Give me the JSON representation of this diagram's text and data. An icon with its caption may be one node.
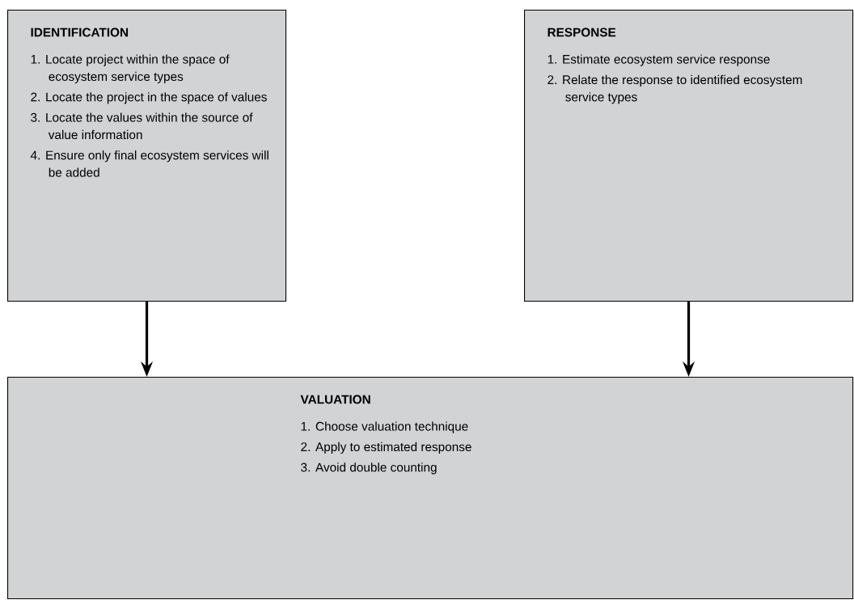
{
  "diagram": {
    "nodes": [
      {
        "text": [
          "IDENTIFICATION",
          "1. Locate project within the space of ecosystem service types",
          "2. Locate the project in the space of values",
          "3. Locate the values within the source of value information",
          "4. Ensure only final ecosystem services will be added"
        ]
      },
      {
        "text": [
          "RESPONSE",
          "1. Estimate ecosystem service response",
          "2. Relate the response to identified ecosystem service types"
        ]
      },
      {
        "text": [
          "VALUATION",
          "1. Choose valuation technique",
          "2. Apply to estimated response",
          "3. Avoid double counting"
        ]
      }
    ],
    "edges": [
      {
        "from": 0,
        "to": 2,
        "arrow": "to"
      },
      {
        "from": 1,
        "to": 2,
        "arrow": "to"
      }
    ]
  }
}
